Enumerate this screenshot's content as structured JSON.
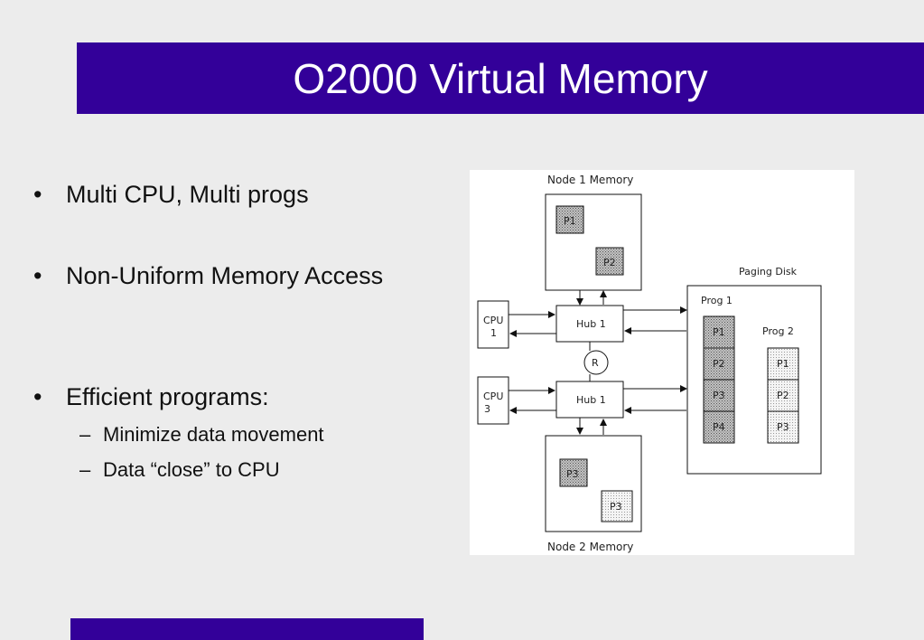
{
  "slide": {
    "title": "O2000 Virtual Memory"
  },
  "bullets": [
    {
      "text": "Multi CPU, Multi progs"
    },
    {
      "text": "Non-Uniform Memory Access"
    },
    {
      "text": "Efficient programs:"
    }
  ],
  "sub_bullets": [
    {
      "text": "Minimize data movement"
    },
    {
      "text": "Data “close” to CPU"
    }
  ],
  "diagram": {
    "node1_label": "Node 1 Memory",
    "node2_label": "Node 2 Memory",
    "paging_disk_label": "Paging Disk",
    "prog1_label": "Prog 1",
    "prog2_label": "Prog 2",
    "hub_top_label": "Hub 1",
    "hub_bottom_label": "Hub 1",
    "router_label": "R",
    "cpu1_line1": "CPU",
    "cpu1_line2": "1",
    "cpu3_line1": "CPU",
    "cpu3_line2": "3",
    "node1_pages": [
      "P1",
      "P2"
    ],
    "node2_pages": [
      "P3",
      "P3"
    ],
    "prog1_pages": [
      "P1",
      "P2",
      "P3",
      "P4"
    ],
    "prog2_pages": [
      "P1",
      "P2",
      "P3"
    ]
  },
  "colors": {
    "title_bar": "#330099",
    "footer_bar": "#330099",
    "background": "#ececec",
    "prog1_page_fill": "#b0b0b0",
    "prog2_page_fill": "#e8e8e8"
  }
}
